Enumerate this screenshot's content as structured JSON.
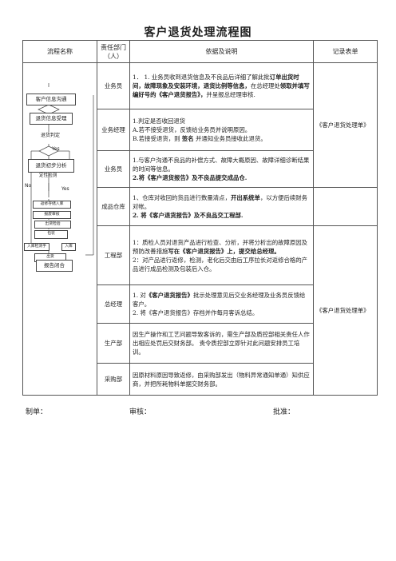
{
  "title": "客户退货处理流程图",
  "headers": {
    "flow": "流程名称",
    "dept": "责任部门（人）",
    "basis": "依据及说明",
    "record": "记录表单"
  },
  "flow": {
    "info": "客户信息沟通",
    "accept": "退货信息受理",
    "judge": "退货判定",
    "yes1": "Yes",
    "analysis": "退货初步分析",
    "quality_judge": "定性检测",
    "no": "No",
    "yes2": "Yes",
    "repair": "返修存储入库",
    "scrap": "报废审核",
    "repair_check": "出货检验",
    "pack": "包装",
    "scrap_handle": "入库检测手",
    "warehouse": "入库",
    "ship": "出货",
    "close": "报告闭合"
  },
  "rows": [
    {
      "dept": "业务员",
      "text": [
        {
          "t": "1．",
          "b": false
        },
        {
          "t": "1. 业务员收到退货信息及不良品后详细了解此批",
          "b": false
        },
        {
          "t": "订单出货时间，故障现象及安装环境，退货比例等信息，",
          "b": true
        },
        {
          "t": "在总经理处",
          "b": false
        },
        {
          "t": "领取并填写编好号的《客户退货报告》，",
          "b": true
        },
        {
          "t": "并呈报总经理审核.",
          "b": false
        }
      ]
    },
    {
      "dept": "业务经理",
      "line1": "1.判定是否收回退货",
      "line2": "A.若不接受退货，反馈给业务员并说明原因。",
      "line3a": "B.若接受退货，则",
      "line3b": "签名",
      "line3c": "并通知业务员接收此退货。"
    },
    {
      "dept": "业务员",
      "line1": "1.与客户沟通不良品的补偿方式、故障大概原因、故障详细诊断结果的时间等信息。",
      "line2": "2.将《客户退货报告》及不良品提交成品仓."
    },
    {
      "dept": "成品仓库",
      "line1a": "1、仓库对收回的货品进行数量清点，",
      "line1b": "开出系统单",
      "line1c": "，以方便后续财务对帐。",
      "line2": "2. 将《客户退货报告》及不良品交工程部."
    },
    {
      "dept": "工程部",
      "line1a": "1：质检人员对退货产品进行检查、分析，并将分析出的故障原因及预防改善措施",
      "line1b": "写在《客户退货报告》上，提交给总经理。",
      "line2": "2：对产品进行返修，检测，老化后交由后工序拉长对返修合格的产品进行成品检测及包装后入仓。"
    },
    {
      "dept": "总经理",
      "line1a": "1. 对",
      "line1b": "《客户退货报告》",
      "line1c": "批示处理意见后交业务经理及业务员反馈给客户。",
      "line2": "2. 将《客户退货报告》存档并作每月客诉总结。"
    },
    {
      "dept": "生产部",
      "line1": "因生产操作和工艺问题导致客诉的，需生产部及质控部相关责任人作出相应处罚后交财务部。 责令质控部立即针对此问题安排员工培训。"
    },
    {
      "dept": "采购部",
      "line1": "因原材料原因导致返修，由采购部发出（物料异常通知单通）知供应商，并把所耗物料单据交财务部。"
    }
  ],
  "records": {
    "r1": "《客户退货处理单》",
    "r2": "《客户退货处理单》"
  },
  "footer": {
    "maker": "制单：",
    "review": "审核：",
    "approve": "批准："
  }
}
